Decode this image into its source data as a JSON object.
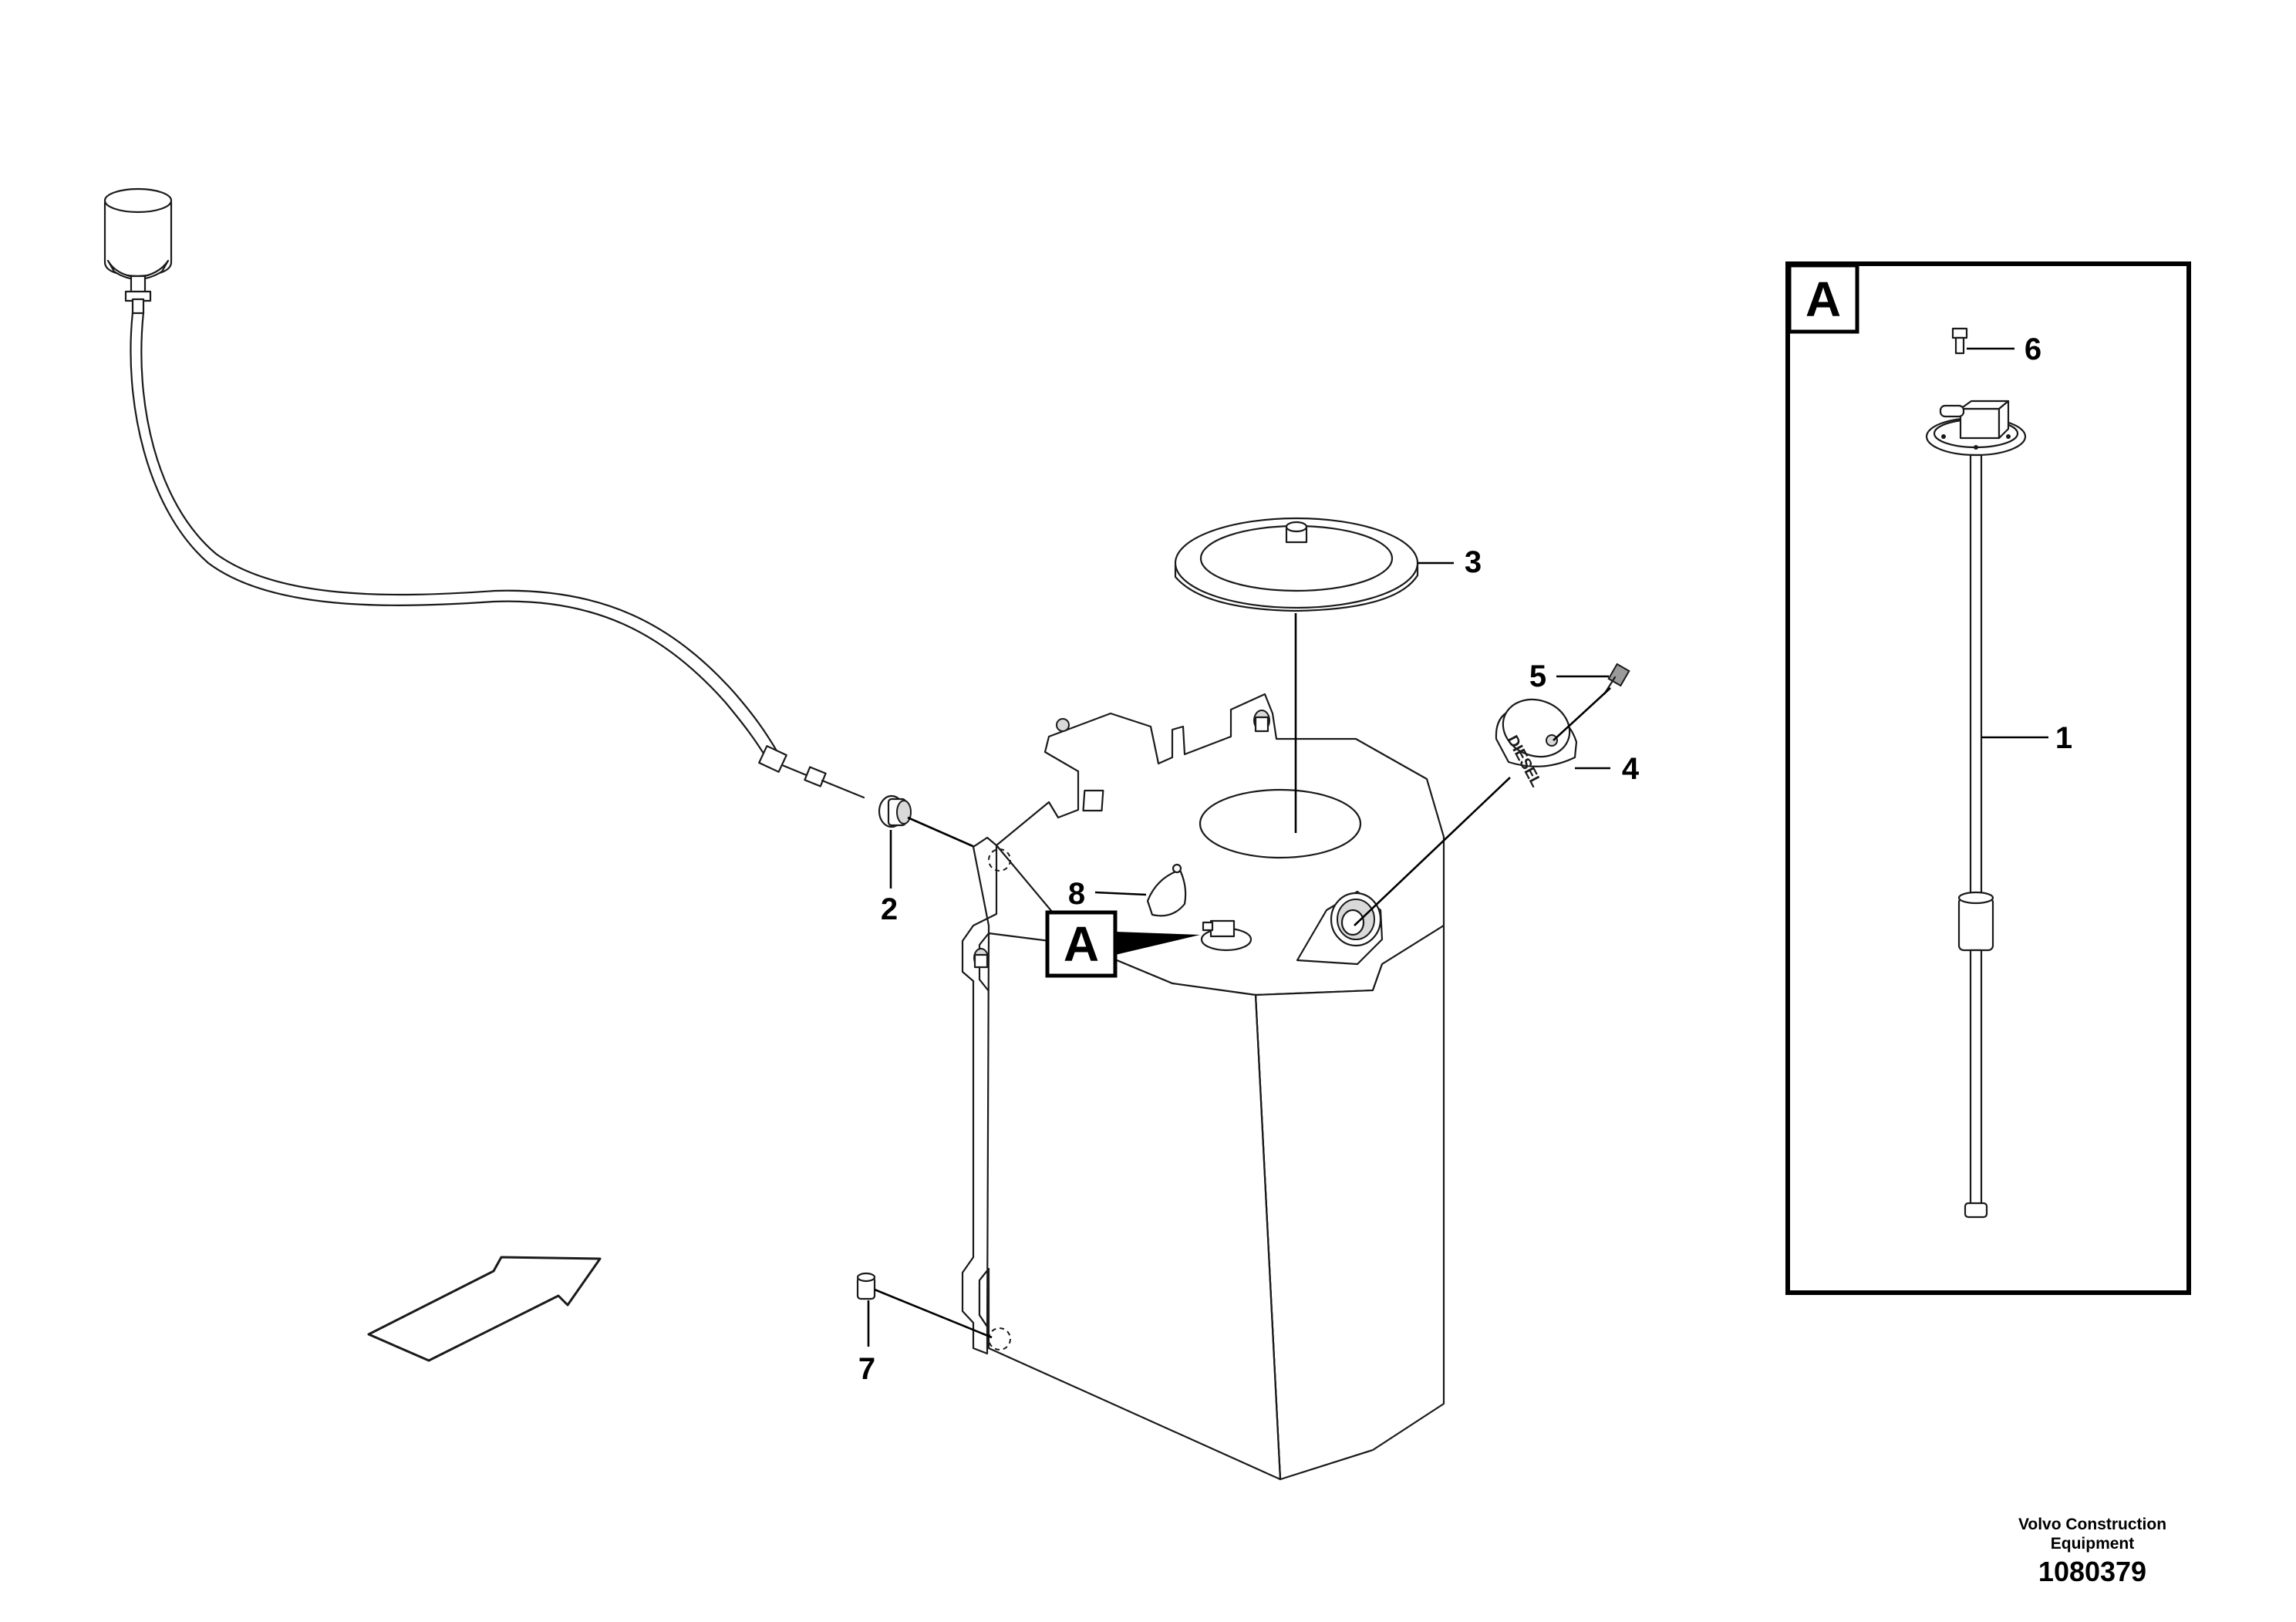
{
  "callouts": {
    "c1": "1",
    "c2": "2",
    "c3": "3",
    "c4": "4",
    "c5": "5",
    "c6": "6",
    "c7": "7",
    "c8": "8"
  },
  "detail_ref": {
    "inset_letter": "A",
    "tank_letter": "A"
  },
  "cap_marking": "DIESEL",
  "footer": {
    "company_line1": "Volvo Construction",
    "company_line2": "Equipment",
    "drawing_number": "1080379"
  }
}
